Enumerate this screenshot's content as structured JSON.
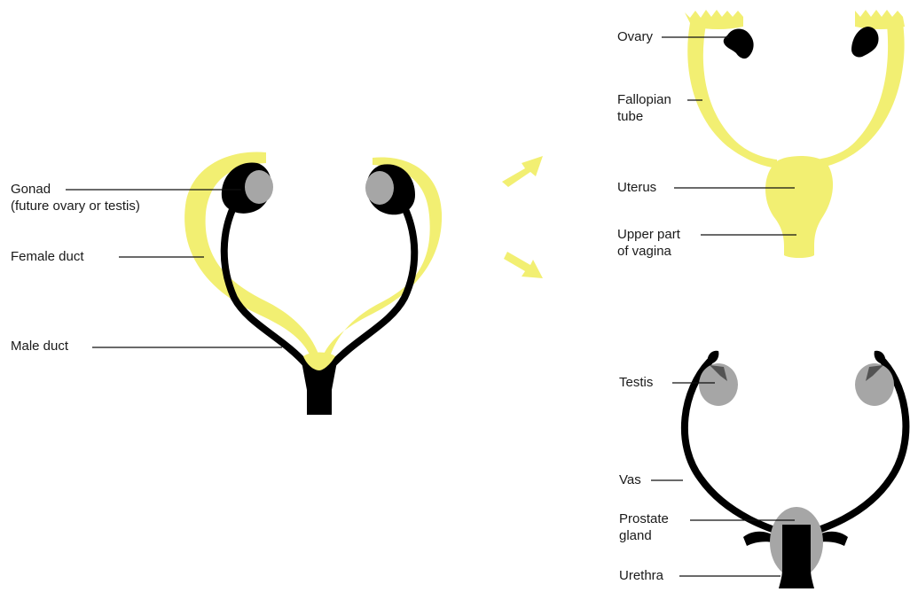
{
  "colors": {
    "female_duct": "#f2ef72",
    "male_duct": "#000000",
    "gonad": "#a6a6a6",
    "background": "#ffffff"
  },
  "labels": {
    "gonad_line1": "Gonad",
    "gonad_line2": "(future ovary or testis)",
    "female_duct": "Female duct",
    "male_duct": "Male duct",
    "ovary": "Ovary",
    "fallopian_line1": "Fallopian",
    "fallopian_line2": "tube",
    "uterus": "Uterus",
    "vagina_line1": "Upper part",
    "vagina_line2": "of vagina",
    "testis": "Testis",
    "vas": "Vas",
    "prostate_line1": "Prostate",
    "prostate_line2": "gland",
    "urethra": "Urethra"
  }
}
